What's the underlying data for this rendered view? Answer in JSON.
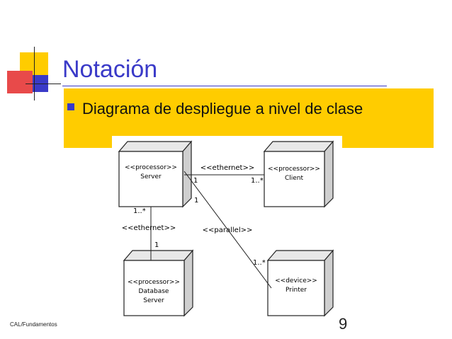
{
  "slide": {
    "title": "Notación",
    "bullet": "Diagrama de despliegue a nivel de clase",
    "footer": "CAL/Fundamentos",
    "page_number": "9"
  },
  "diagram": {
    "nodes": {
      "server": [
        "<<processor>>",
        "Server"
      ],
      "client": [
        "<<processor>>",
        "Client"
      ],
      "database": [
        "<<processor>>",
        "Database",
        "Server"
      ],
      "printer": [
        "<<device>>",
        "Printer"
      ]
    },
    "links": {
      "server_client": {
        "stereotype": "<<ethernet>>",
        "mult_server": "1",
        "mult_client": "1..*"
      },
      "server_database": {
        "stereotype": "<<ethernet>>",
        "mult_server": "1..*",
        "mult_database": "1"
      },
      "server_printer": {
        "stereotype": "<<parallel>>",
        "mult_server": "1",
        "mult_printer": "1..*"
      }
    }
  },
  "colors": {
    "title": "#3a3ac8",
    "highlight": "#ffcc00",
    "accent_red": "#e84a4a",
    "accent_yellow": "#ffcc00",
    "accent_blue": "#3a3ac8"
  }
}
